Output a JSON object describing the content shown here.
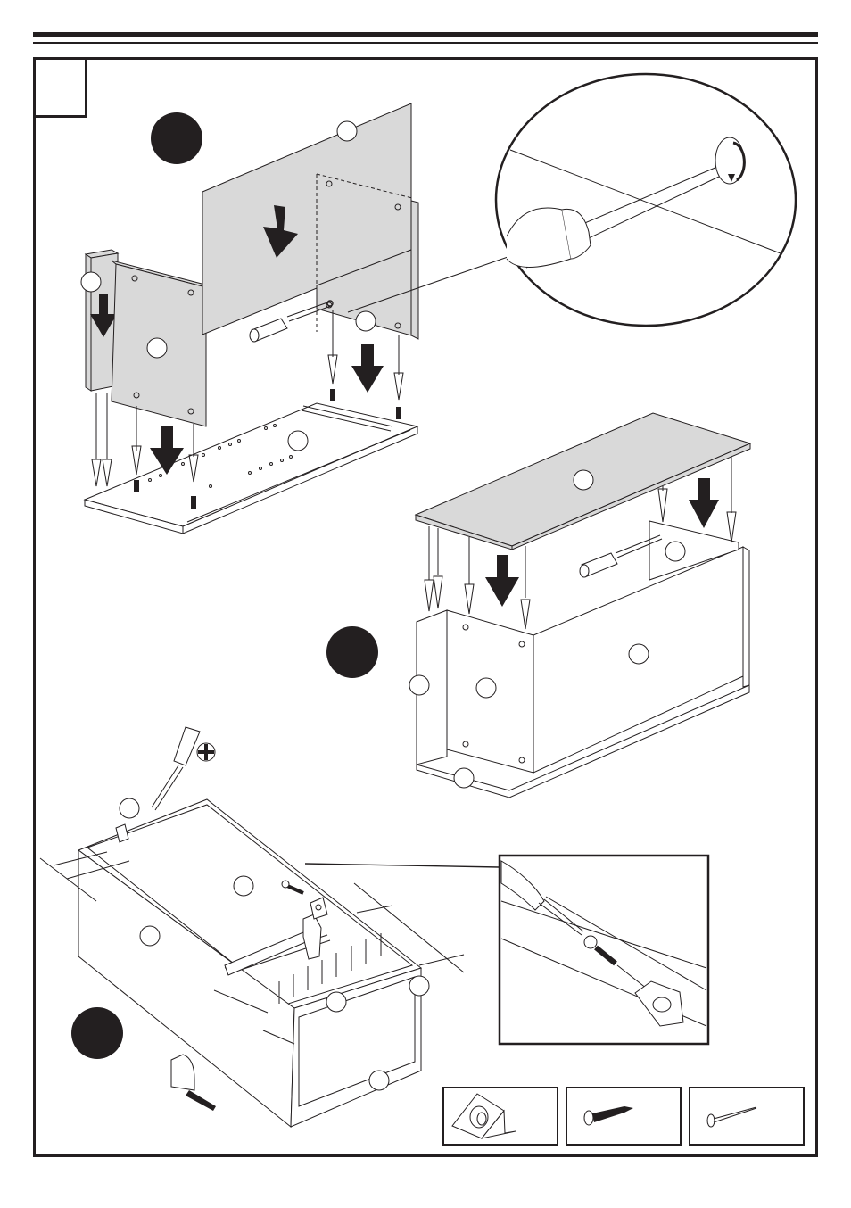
{
  "page": {
    "type": "assembly-instructions",
    "step_number": "",
    "colors": {
      "ink": "#231f20",
      "panel_fill": "#d9d9d9",
      "background": "#ffffff"
    }
  },
  "sub_steps": [
    {
      "id": "a",
      "marker": "",
      "description_icons": [
        "down-arrow-icon",
        "screwdriver-icon",
        "cam-dowel-icon"
      ]
    },
    {
      "id": "b",
      "marker": "",
      "description_icons": [
        "down-arrow-icon",
        "screwdriver-icon"
      ]
    },
    {
      "id": "c",
      "marker": "",
      "description_icons": [
        "phillips-screwdriver-icon",
        "hammer-icon",
        "tape-measure-icon",
        "nail-icon"
      ]
    }
  ],
  "part_labels": [
    "",
    "",
    "",
    "",
    "",
    "",
    "",
    "",
    "",
    "",
    "",
    "",
    "",
    "",
    "",
    "",
    ""
  ],
  "detail_views": [
    {
      "name": "cam-lock-detail",
      "shape": "ellipse"
    },
    {
      "name": "corner-block-screw-detail",
      "shape": "rectangle"
    }
  ],
  "hardware": [
    {
      "name": "corner-block",
      "icon": "corner-block-icon",
      "quantity": ""
    },
    {
      "name": "wood-screw",
      "icon": "screw-icon",
      "quantity": ""
    },
    {
      "name": "nail",
      "icon": "nail-icon",
      "quantity": ""
    }
  ]
}
